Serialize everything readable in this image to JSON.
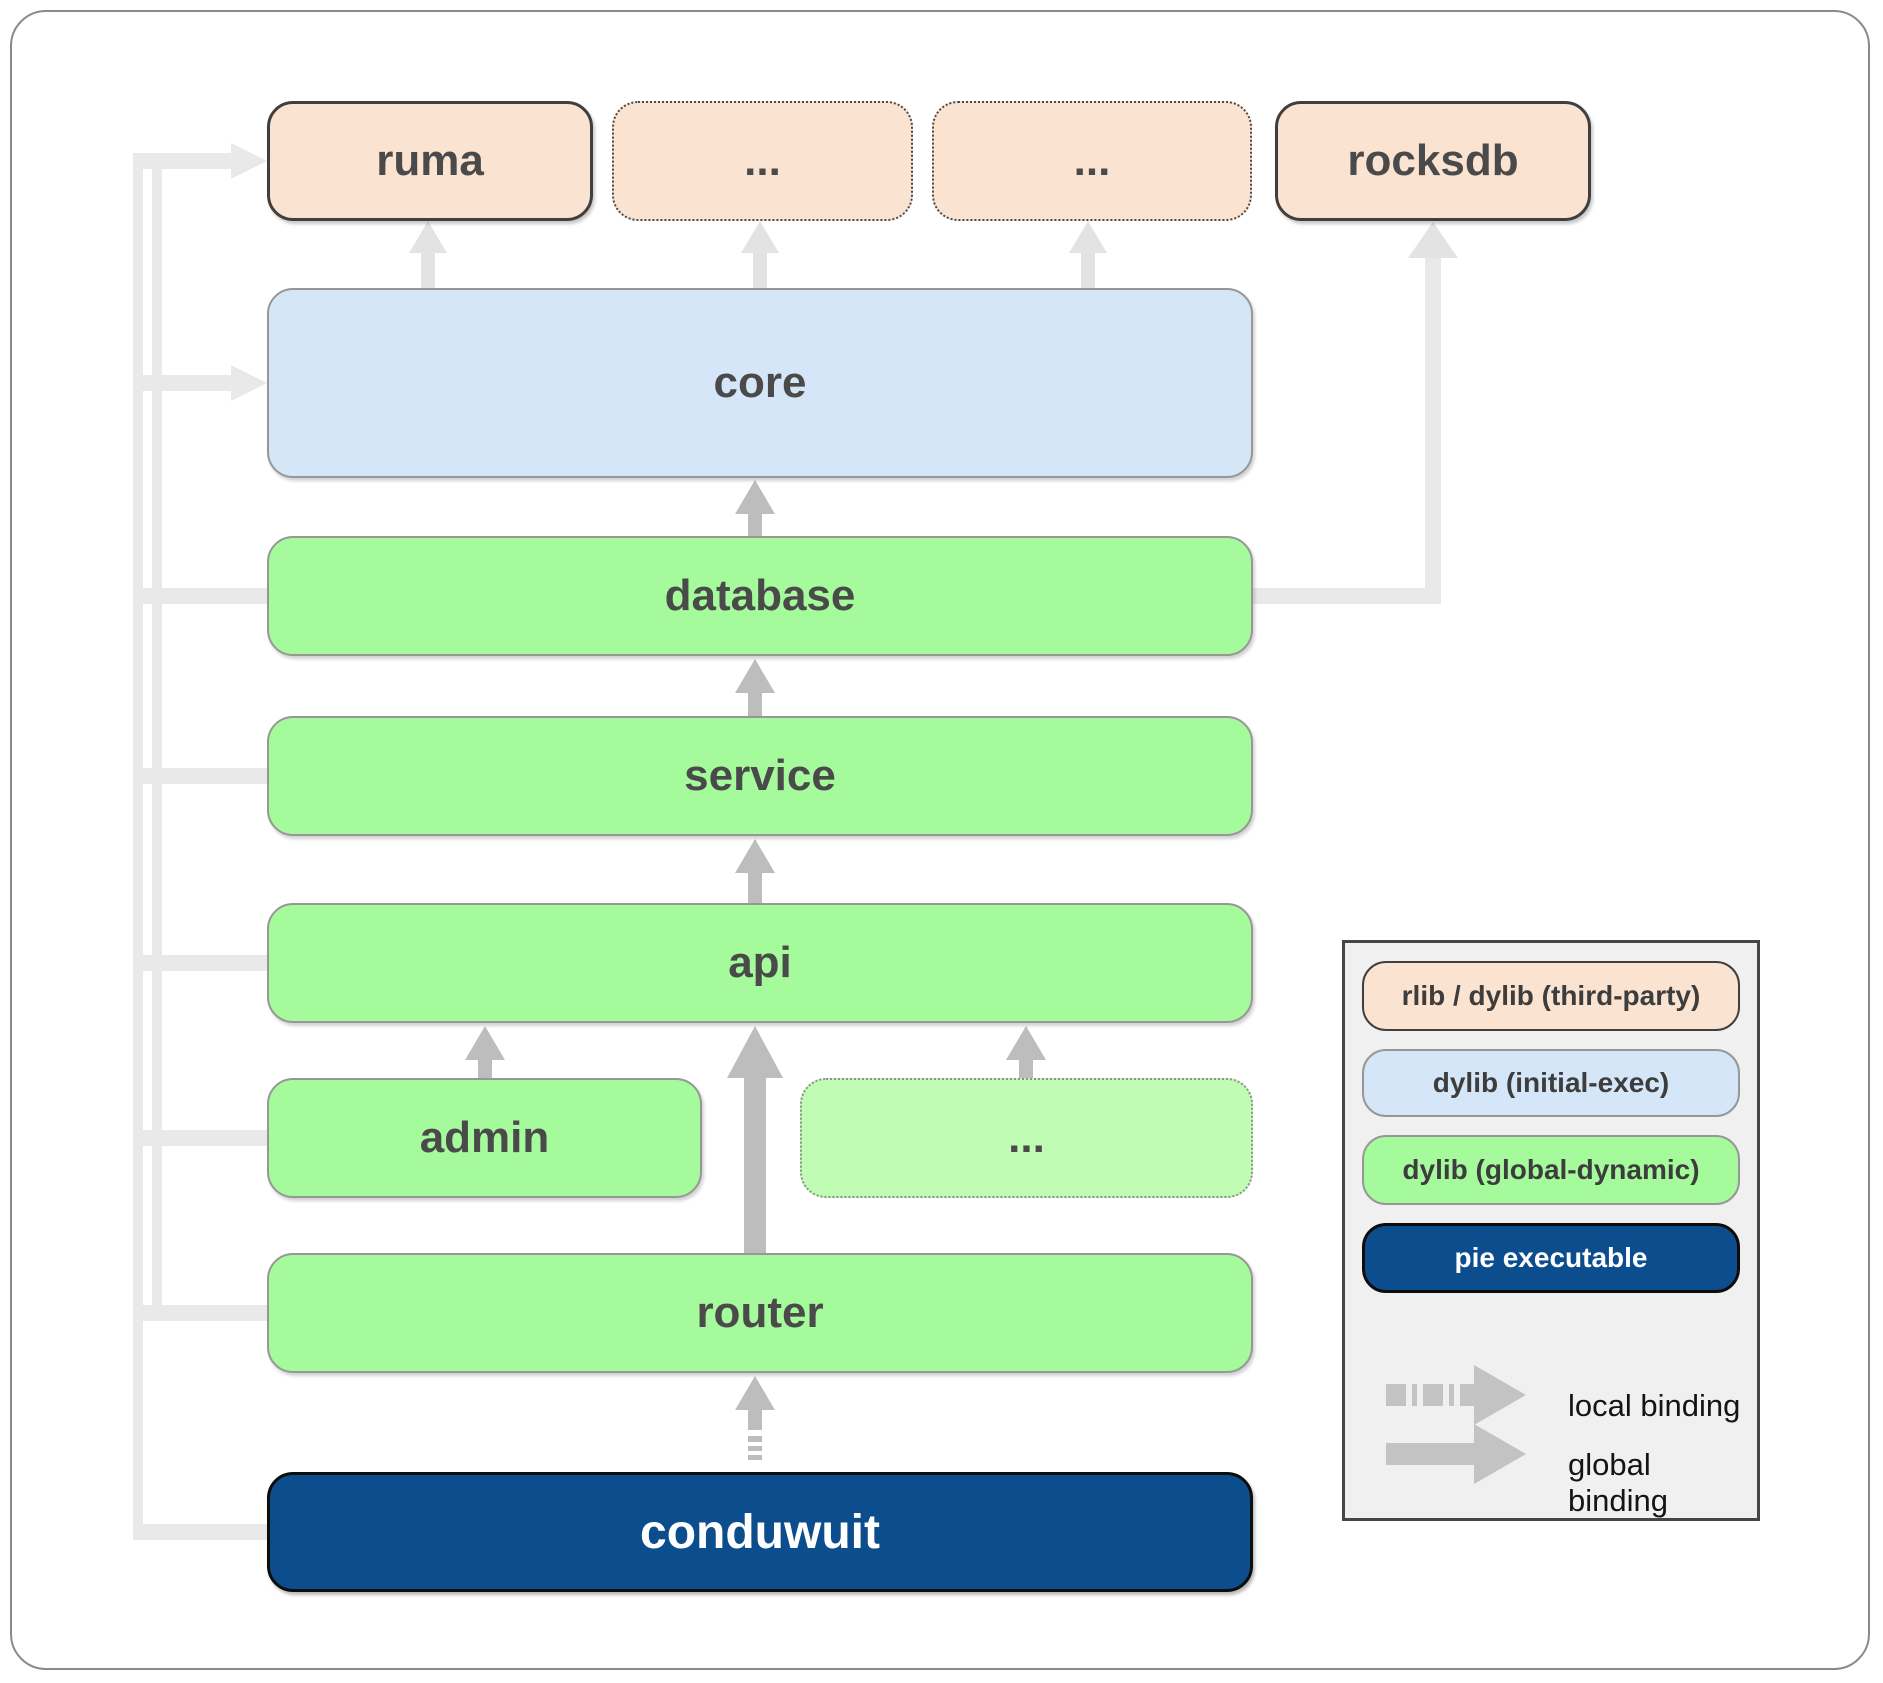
{
  "palette": {
    "third_party_fill": "#fbe3d1",
    "initial_exec_fill": "#d5e6f8",
    "global_dynamic_fill": "#a5fa9b",
    "global_dynamic_light_fill": "#c1fcb5",
    "pie_executable_fill": "#0c4d8d",
    "global_binding_rail": "#e9e9e9",
    "binding_arrow": "#bdbdbd"
  },
  "nodes": {
    "ruma": "ruma",
    "ellipsis_top_left": "...",
    "ellipsis_top_right": "...",
    "rocksdb": "rocksdb",
    "core": "core",
    "database": "database",
    "service": "service",
    "api": "api",
    "admin": "admin",
    "ellipsis_admin_row": "...",
    "router": "router",
    "conduwuit": "conduwuit"
  },
  "edges": [
    {
      "from": "conduwuit",
      "to": "router",
      "binding": "local"
    },
    {
      "from": "conduwuit",
      "to": "ruma",
      "binding": "global",
      "via": "left-rail"
    },
    {
      "from": "conduwuit",
      "to": "core",
      "binding": "global",
      "via": "left-rail"
    },
    {
      "from": "conduwuit",
      "to": "database",
      "binding": "global",
      "via": "left-rail"
    },
    {
      "from": "conduwuit",
      "to": "service",
      "binding": "global",
      "via": "left-rail"
    },
    {
      "from": "conduwuit",
      "to": "api",
      "binding": "global",
      "via": "left-rail"
    },
    {
      "from": "conduwuit",
      "to": "admin",
      "binding": "global",
      "via": "left-rail"
    },
    {
      "from": "conduwuit",
      "to": "router",
      "binding": "global",
      "via": "left-rail"
    },
    {
      "from": "router",
      "to": "api",
      "binding": "global"
    },
    {
      "from": "admin",
      "to": "api",
      "binding": "global"
    },
    {
      "from": "ellipsis_admin_row",
      "to": "api",
      "binding": "global"
    },
    {
      "from": "api",
      "to": "service",
      "binding": "global"
    },
    {
      "from": "service",
      "to": "database",
      "binding": "global"
    },
    {
      "from": "database",
      "to": "core",
      "binding": "global"
    },
    {
      "from": "database",
      "to": "rocksdb",
      "binding": "global",
      "via": "right-elbow"
    },
    {
      "from": "core",
      "to": "ruma",
      "binding": "global"
    },
    {
      "from": "core",
      "to": "ellipsis_top_left",
      "binding": "global"
    },
    {
      "from": "core",
      "to": "ellipsis_top_right",
      "binding": "global"
    }
  ],
  "legend": {
    "items": [
      {
        "label": "rlib / dylib (third-party)",
        "fill": "#fbe3d1"
      },
      {
        "label": "dylib (initial-exec)",
        "fill": "#d5e6f8"
      },
      {
        "label": "dylib (global-dynamic)",
        "fill": "#a5fa9b"
      },
      {
        "label": "pie executable",
        "fill": "#0c4d8d"
      }
    ],
    "bindings": [
      {
        "label": "local binding",
        "style": "dashed"
      },
      {
        "label": "global binding",
        "style": "solid"
      }
    ]
  }
}
